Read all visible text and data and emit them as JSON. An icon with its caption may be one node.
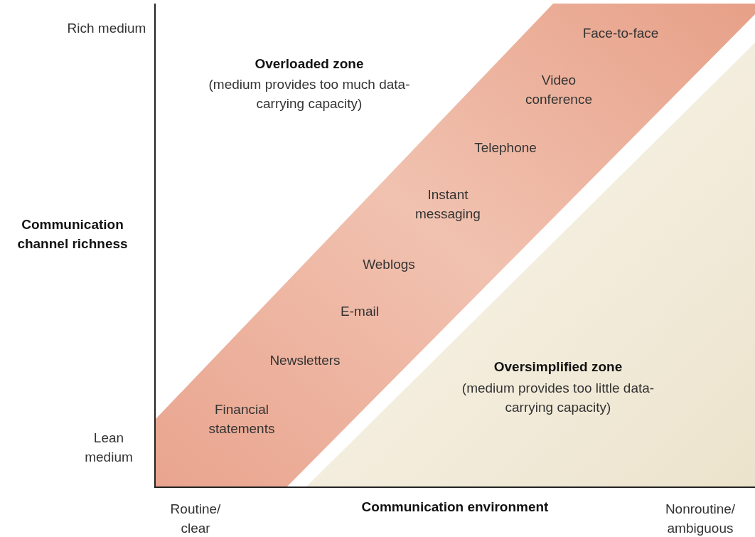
{
  "diagram": {
    "nodes": [
      {
        "text": [
          "Face-to-face",
          "Video conference",
          "Telephone",
          "Instant messaging",
          "Weblogs",
          "E-mail",
          "Newsletters",
          "Financial statements"
        ]
      }
    ],
    "edges": [],
    "labels": [
      "Rich medium",
      "Overloaded zone",
      "(medium provides too much data-carrying capacity)",
      "Communication channel richness",
      "Oversimplified zone",
      "(medium provides too little data-carrying capacity)",
      "Lean medium",
      "Routine/ clear",
      "Communication environment",
      "Nonroutine/ ambiguous"
    ]
  }
}
